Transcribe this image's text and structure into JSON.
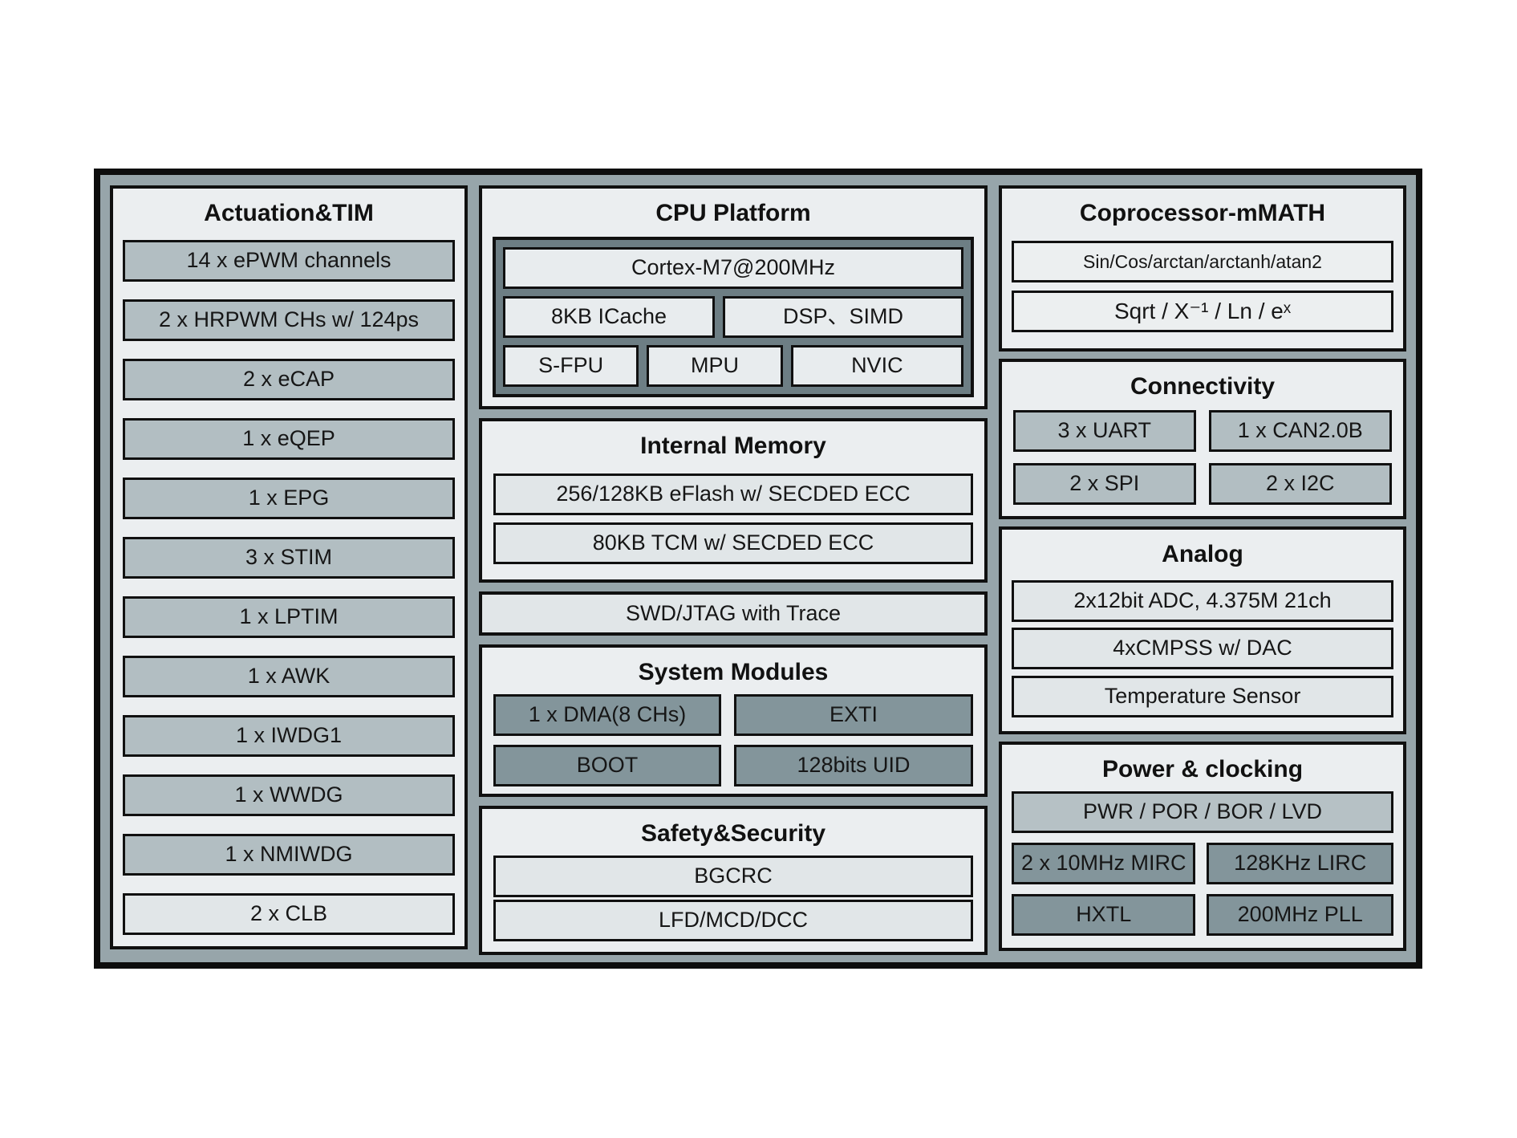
{
  "palette": {
    "outer_background": "#97a5aa",
    "panel_background": "#ebeef0",
    "item_light": "#e1e6e8",
    "item_medium": "#b2bec2",
    "item_dark": "#83959b",
    "item_power": "#b6c1c5",
    "cpu_inner_background": "#6d7e84",
    "border": "#101010"
  },
  "actuation": {
    "title": "Actuation&TIM",
    "items": [
      "14 x ePWM channels",
      "2 x HRPWM CHs w/ 124ps",
      "2 x eCAP",
      "1 x eQEP",
      "1 x EPG",
      "3 x STIM",
      "1 x LPTIM",
      "1 x AWK",
      "1 x IWDG1",
      "1 x WWDG",
      "1 x NMIWDG",
      "2 x CLB"
    ]
  },
  "cpu": {
    "title": "CPU Platform",
    "core": "Cortex-M7@200MHz",
    "row2": [
      "8KB ICache",
      "DSP、SIMD"
    ],
    "row3": [
      "S-FPU",
      "MPU",
      "NVIC"
    ]
  },
  "memory": {
    "title": "Internal Memory",
    "items": [
      "256/128KB eFlash w/ SECDED ECC",
      "80KB TCM w/ SECDED ECC"
    ]
  },
  "debug": {
    "label": "SWD/JTAG with Trace"
  },
  "system": {
    "title": "System Modules",
    "items": [
      "1 x DMA(8 CHs)",
      "EXTI",
      "BOOT",
      "128bits UID"
    ]
  },
  "safety": {
    "title": "Safety&Security",
    "items": [
      "BGCRC",
      "LFD/MCD/DCC"
    ]
  },
  "coprocessor": {
    "title": "Coprocessor-mMATH",
    "items": [
      "Sin/Cos/arctan/arctanh/atan2",
      "Sqrt / X⁻¹ / Ln / eˣ"
    ]
  },
  "connectivity": {
    "title": "Connectivity",
    "items": [
      "3 x UART",
      "1 x CAN2.0B",
      "2 x SPI",
      "2 x I2C"
    ]
  },
  "analog": {
    "title": "Analog",
    "items": [
      "2x12bit ADC, 4.375M 21ch",
      "4xCMPSS w/ DAC",
      "Temperature Sensor"
    ]
  },
  "power": {
    "title": "Power & clocking",
    "wide": "PWR / POR / BOR / LVD",
    "items": [
      "2 x 10MHz MIRC",
      "128KHz LIRC",
      "HXTL",
      "200MHz PLL"
    ]
  }
}
